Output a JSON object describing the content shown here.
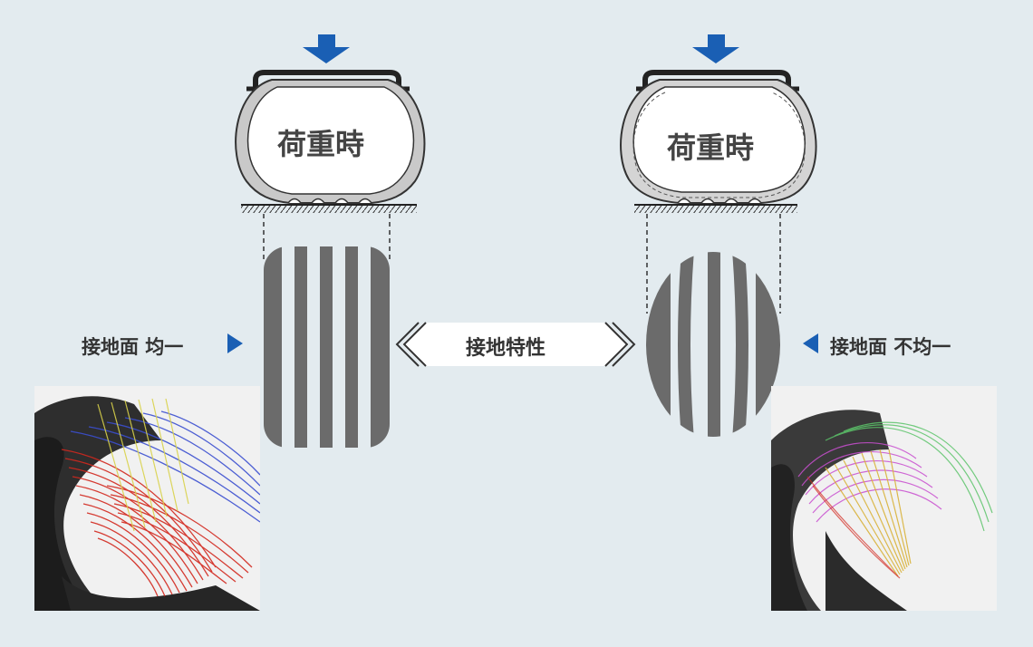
{
  "tire_left": {
    "title": "荷重時"
  },
  "tire_right": {
    "title": "荷重時"
  },
  "center_label": "接地特性",
  "left_label": "接地面 均一",
  "right_label": "接地面 不均一",
  "colors": {
    "background": "#e3ebef",
    "arrow_blue": "#1a5fb4",
    "stripe_gray": "#6b6b6b"
  }
}
